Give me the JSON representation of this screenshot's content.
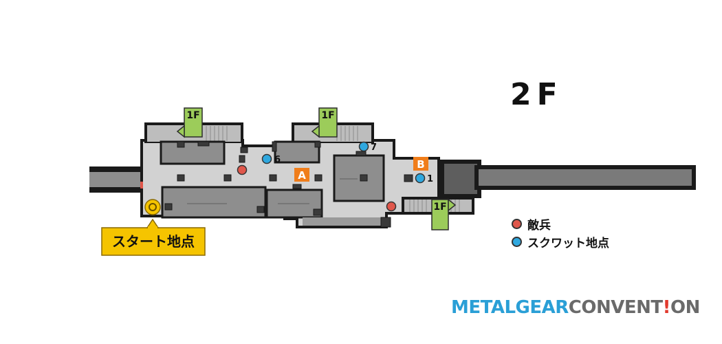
{
  "floor_label": "2F",
  "legend": {
    "enemy_label": "敵兵",
    "squat_label": "スクワット地点",
    "enemy_color": "#e0574b",
    "squat_color": "#2fa8df"
  },
  "start_label": "スタート地点",
  "stair_labels": [
    "1F",
    "1F",
    "1F"
  ],
  "area_markers": [
    "A",
    "B"
  ],
  "squat_numbers": [
    "6",
    "7",
    "1"
  ],
  "brand": {
    "part1": "METAL",
    "part2": "GEAR",
    "part3": "CONVENT",
    "bang": "!",
    "part4": "ON"
  },
  "colors": {
    "floor": "#c9c9c9",
    "wall": "#1a1a1a",
    "block": "#8e8e8e",
    "stair_green": "#9ccc5a",
    "marker_orange": "#f07d1a",
    "start_yellow": "#f5c400"
  }
}
